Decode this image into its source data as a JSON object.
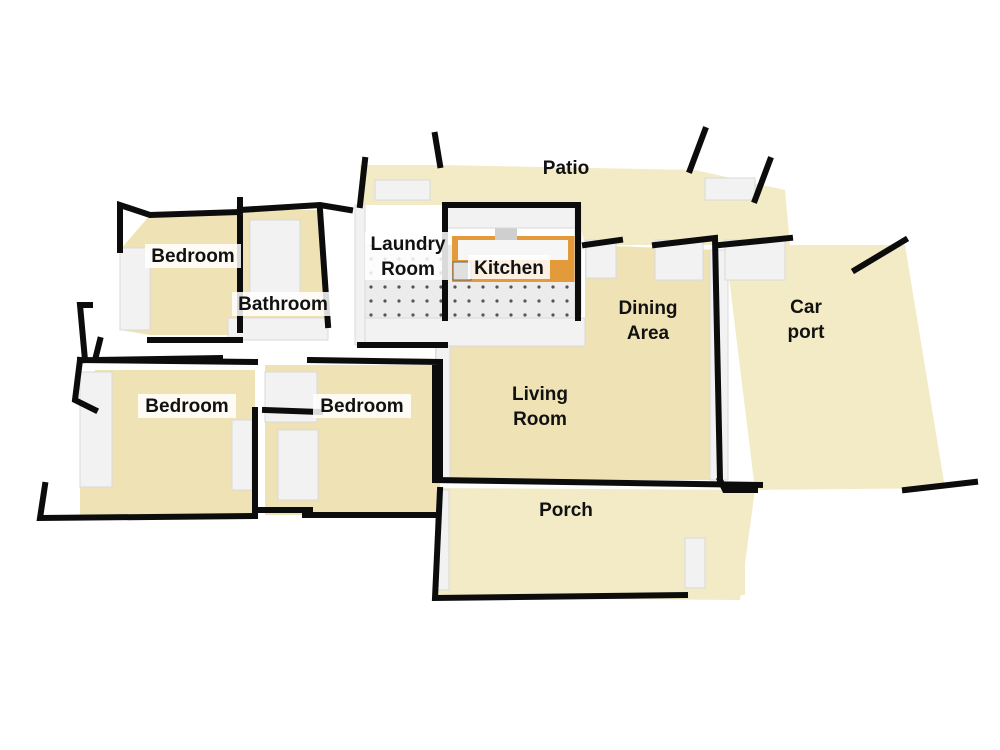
{
  "floorplan": {
    "colors": {
      "floor": "#efe3b6",
      "floor_outdoor": "#f3ebc6",
      "wall_top": "#0c0c0c",
      "wall_side": "#f2f2f2",
      "wall_shadow": "#d9d9d9",
      "tile": "#e9e9e9",
      "counter": "#e39a3a"
    },
    "rooms": {
      "patio": "Patio",
      "bedroom_top": "Bedroom",
      "bathroom": "Bathroom",
      "laundry_line1": "Laundry",
      "laundry_line2": "Room",
      "kitchen": "Kitchen",
      "dining_line1": "Dining",
      "dining_line2": "Area",
      "carport_line1": "Car",
      "carport_line2": "port",
      "bedroom_left": "Bedroom",
      "bedroom_middle": "Bedroom",
      "living_line1": "Living",
      "living_line2": "Room",
      "porch": "Porch"
    }
  }
}
